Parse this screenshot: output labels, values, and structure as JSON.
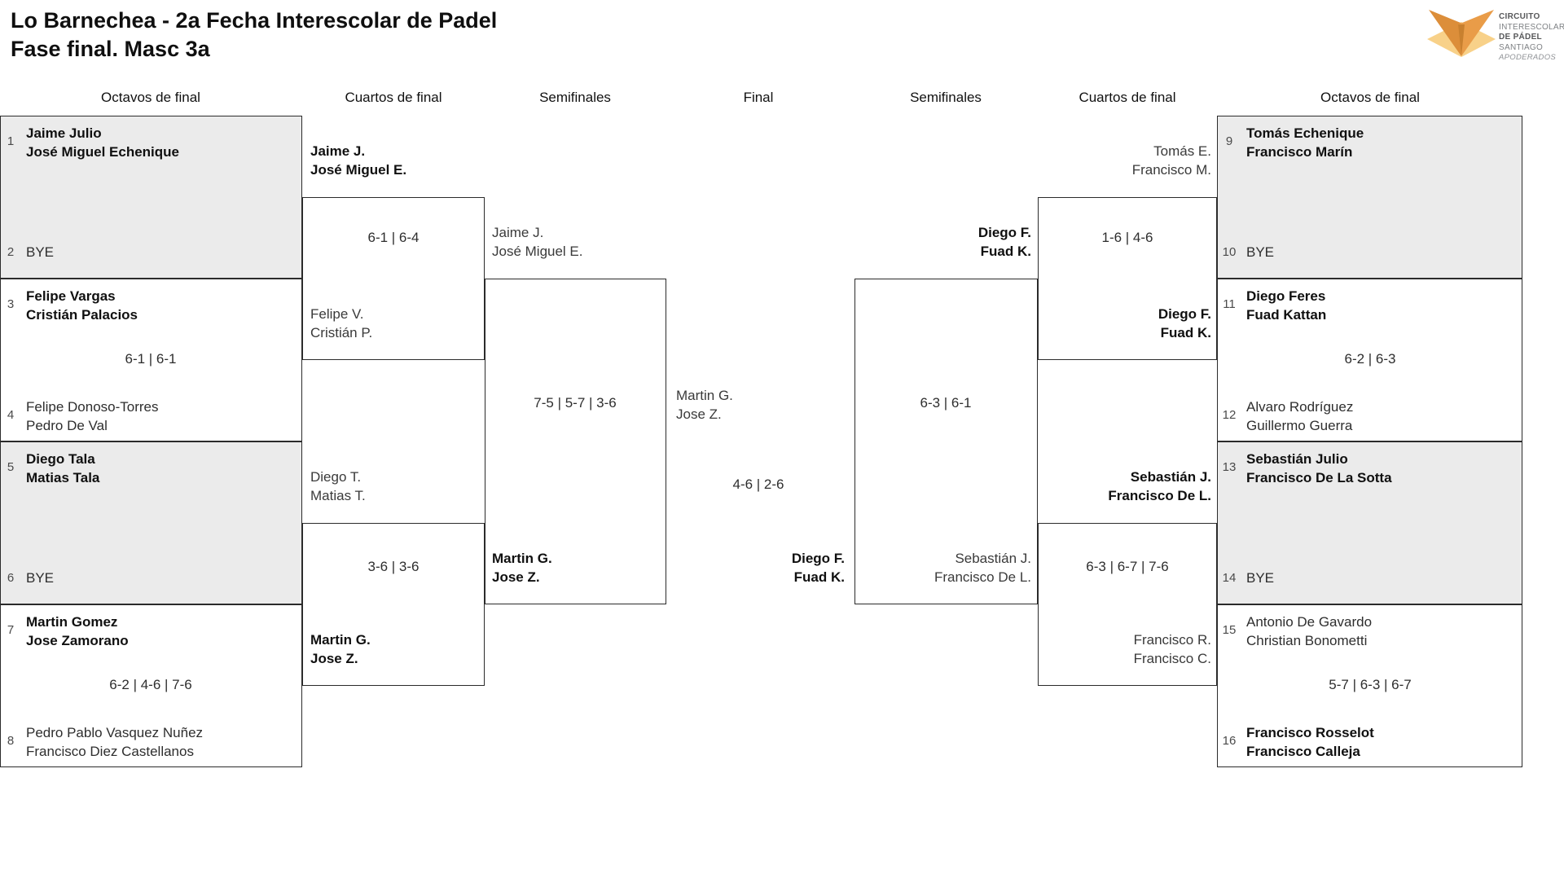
{
  "title": {
    "line1": "Lo Barnechea - 2a Fecha Interescolar de Padel",
    "line2": "Fase final. Masc 3a"
  },
  "rounds": [
    "Octavos de final",
    "Cuartos de final",
    "Semifinales",
    "Final",
    "Semifinales",
    "Cuartos de final",
    "Octavos de final"
  ],
  "seeds": [
    {
      "n": "1",
      "l1": "Jaime Julio",
      "l2": "José Miguel Echenique",
      "winner": true
    },
    {
      "n": "2",
      "l1": "BYE",
      "l2": "",
      "winner": false
    },
    {
      "n": "3",
      "l1": "Felipe Vargas",
      "l2": "Cristián Palacios",
      "winner": true
    },
    {
      "n": "4",
      "l1": "Felipe Donoso-Torres",
      "l2": "Pedro De Val",
      "winner": false
    },
    {
      "n": "5",
      "l1": "Diego Tala",
      "l2": "Matias Tala",
      "winner": true
    },
    {
      "n": "6",
      "l1": "BYE",
      "l2": "",
      "winner": false
    },
    {
      "n": "7",
      "l1": "Martin Gomez",
      "l2": "Jose Zamorano",
      "winner": true
    },
    {
      "n": "8",
      "l1": "Pedro Pablo Vasquez Nuñez",
      "l2": "Francisco Diez Castellanos",
      "winner": false
    },
    {
      "n": "9",
      "l1": "Tomás Echenique",
      "l2": "Francisco Marín",
      "winner": true
    },
    {
      "n": "10",
      "l1": "BYE",
      "l2": "",
      "winner": false
    },
    {
      "n": "11",
      "l1": "Diego Feres",
      "l2": "Fuad Kattan",
      "winner": true
    },
    {
      "n": "12",
      "l1": "Alvaro Rodríguez",
      "l2": "Guillermo Guerra",
      "winner": false
    },
    {
      "n": "13",
      "l1": "Sebastián Julio",
      "l2": "Francisco De La Sotta",
      "winner": true
    },
    {
      "n": "14",
      "l1": "BYE",
      "l2": "",
      "winner": false
    },
    {
      "n": "15",
      "l1": "Antonio De Gavardo",
      "l2": "Christian Bonometti",
      "winner": false
    },
    {
      "n": "16",
      "l1": "Francisco Rosselot",
      "l2": "Francisco Calleja",
      "winner": true
    }
  ],
  "r16_scores": [
    "6-1 | 6-1",
    "6-2 | 4-6 | 7-6",
    "6-2 | 6-3",
    "5-7 | 6-3 | 6-7"
  ],
  "quarterfinals": [
    {
      "top1": "Jaime J.",
      "top2": "José Miguel E.",
      "top_winner": true,
      "bot1": "Felipe V.",
      "bot2": "Cristián P.",
      "bot_winner": false,
      "score": "6-1 | 6-4"
    },
    {
      "top1": "Diego T.",
      "top2": "Matias T.",
      "top_winner": false,
      "bot1": "Martin G.",
      "bot2": "Jose Z.",
      "bot_winner": true,
      "score": "3-6 | 3-6"
    },
    {
      "top1": "Tomás E.",
      "top2": "Francisco M.",
      "top_winner": false,
      "bot1": "Diego F.",
      "bot2": "Fuad K.",
      "bot_winner": true,
      "score": "1-6 | 4-6"
    },
    {
      "top1": "Sebastián J.",
      "top2": "Francisco De L.",
      "top_winner": true,
      "bot1": "Francisco R.",
      "bot2": "Francisco C.",
      "bot_winner": false,
      "score": "6-3 | 6-7 | 7-6"
    }
  ],
  "semifinals": [
    {
      "top1": "Jaime J.",
      "top2": "José Miguel E.",
      "top_winner": false,
      "bot1": "Martin G.",
      "bot2": "Jose Z.",
      "bot_winner": true,
      "score": "7-5 | 5-7 | 3-6"
    },
    {
      "top1": "Diego F.",
      "top2": "Fuad K.",
      "top_winner": true,
      "bot1": "Sebastián J.",
      "bot2": "Francisco De L.",
      "bot_winner": false,
      "score": "6-3 | 6-1"
    }
  ],
  "final": {
    "left1": "Martin G.",
    "left2": "Jose Z.",
    "left_winner": false,
    "right1": "Diego F.",
    "right2": "Fuad K.",
    "right_winner": true,
    "score": "4-6 | 2-6"
  },
  "logo": {
    "lines": [
      "CIRCUITO",
      "INTERESCOLAR",
      "DE PÁDEL",
      "SANTIAGO",
      "APODERADOS"
    ],
    "accent_dark": "#DC8E3A",
    "accent_mid": "#E99C48",
    "accent_overlap": "#C8802F",
    "accent_light": "#F8D189",
    "text_gray": "#7e8184"
  }
}
